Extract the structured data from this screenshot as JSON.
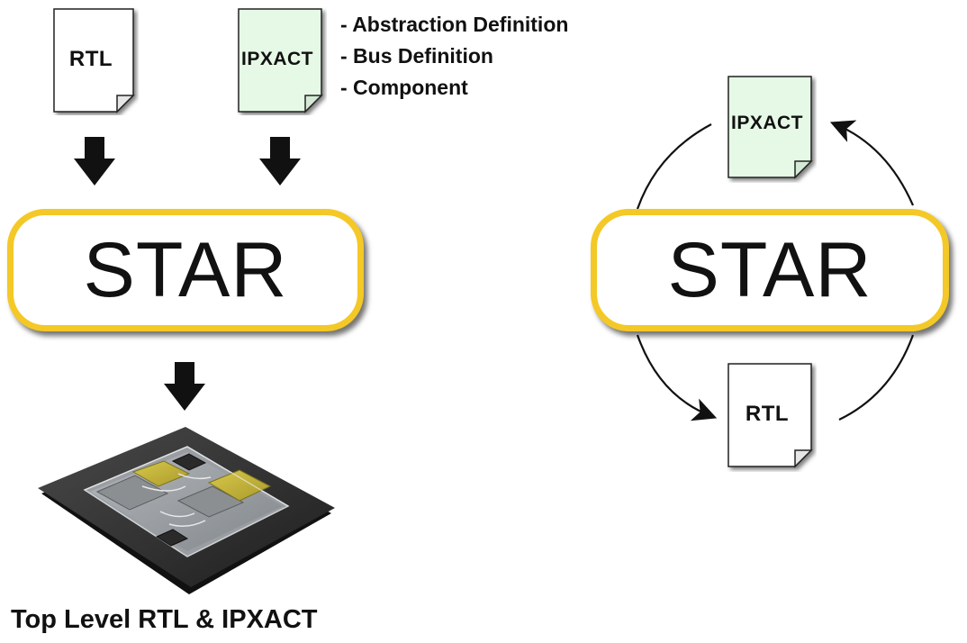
{
  "left_flow": {
    "rtl_doc_label": "RTL",
    "ipxact_doc_label": "IPXACT",
    "ipxact_contents": [
      "- Abstraction Definition",
      "- Bus Definition",
      "- Component"
    ],
    "star_label": "STAR",
    "output_caption": "Top Level RTL & IPXACT"
  },
  "right_cycle": {
    "star_label": "STAR",
    "ipxact_doc_label": "IPXACT",
    "rtl_doc_label": "RTL"
  },
  "colors": {
    "star_border": "#f4c826",
    "ipxact_fill": "#e6f9e6",
    "rtl_fill": "#ffffff",
    "chip_gold": "#c9b83a"
  },
  "icons": {
    "chip": "chip-package-icon",
    "document": "document-page-icon",
    "arrow": "down-arrow-icon"
  }
}
